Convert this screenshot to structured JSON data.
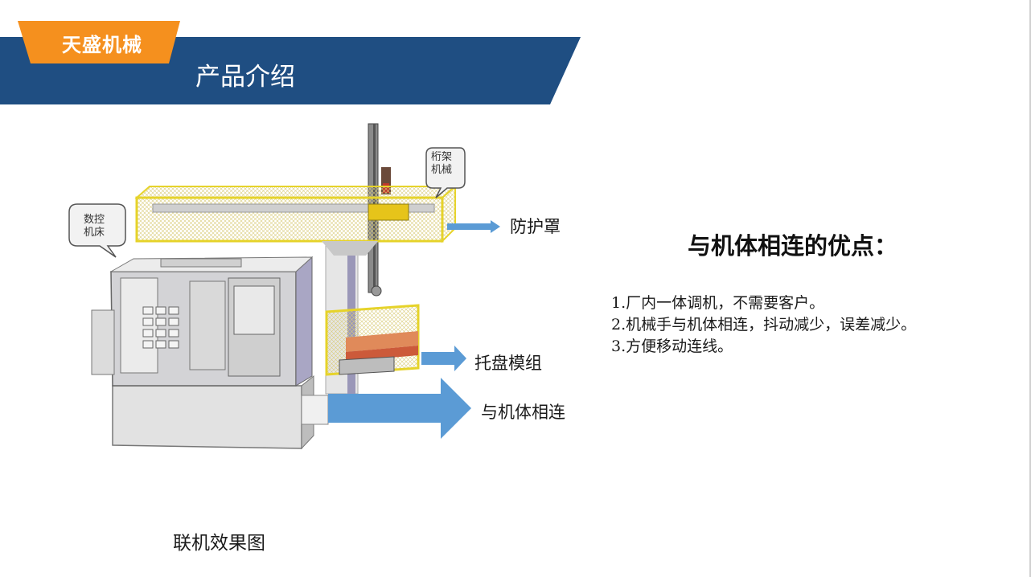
{
  "header": {
    "brand": "天盛机械",
    "title": "产品介绍",
    "colors": {
      "bar": "#1f4e82",
      "brand_tab": "#f5901e"
    }
  },
  "diagram": {
    "bubble_cnc_line1": "数控",
    "bubble_cnc_line2": "机床",
    "bubble_gantry_line1": "桁架",
    "bubble_gantry_line2": "机械",
    "label_guard": "防护罩",
    "label_tray": "托盘模组",
    "label_connect": "与机体相连",
    "caption": "联机效果图",
    "colors": {
      "arrow": "#5b9bd5",
      "guard": "#e6d32a",
      "machine": "#c9c9cc"
    }
  },
  "advantages": {
    "title": "与机体相连的优点：",
    "items": [
      "1.厂内一体调机，不需要客户。",
      "2.机械手与机体相连，抖动减少，误差减少。",
      "3.方便移动连线。"
    ]
  }
}
